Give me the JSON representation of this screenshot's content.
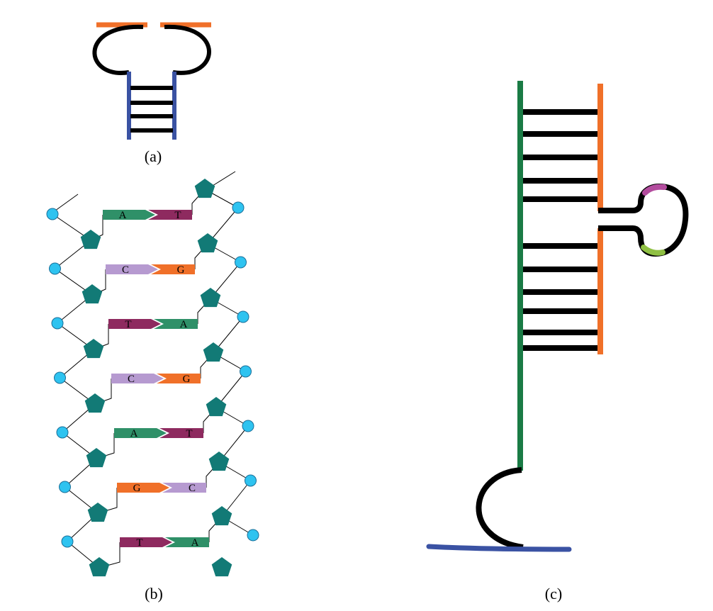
{
  "panels": {
    "a": {
      "label": "(a)"
    },
    "b": {
      "label": "(b)"
    },
    "c": {
      "label": "(c)"
    }
  },
  "colors": {
    "strand_blue": "#3a52a3",
    "strand_orange": "#f07029",
    "strand_green": "#1a7b45",
    "rung_black": "#000000",
    "sugar_teal": "#127a76",
    "phosphate_cyan": "#2ec3f0",
    "base_A": "#2f9068",
    "base_T": "#8e2a5f",
    "base_C": "#b69ad0",
    "base_G": "#f07029",
    "loop_magenta": "#b34c9e",
    "loop_lime": "#8fc043"
  },
  "dna": {
    "pairs": [
      {
        "left": "A",
        "right": "T"
      },
      {
        "left": "C",
        "right": "G"
      },
      {
        "left": "T",
        "right": "A"
      },
      {
        "left": "C",
        "right": "G"
      },
      {
        "left": "A",
        "right": "T"
      },
      {
        "left": "G",
        "right": "C"
      },
      {
        "left": "T",
        "right": "A"
      }
    ]
  }
}
